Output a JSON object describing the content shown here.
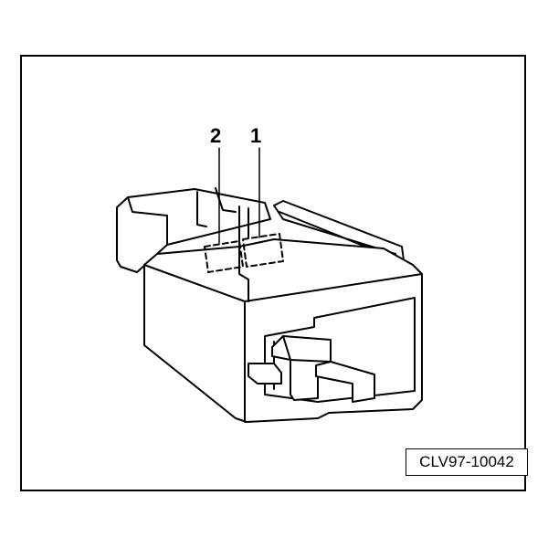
{
  "callouts": {
    "label_2": "2",
    "label_1": "1"
  },
  "figure_id": "CLV97-10042",
  "colors": {
    "line": "#000000",
    "background": "#ffffff"
  }
}
